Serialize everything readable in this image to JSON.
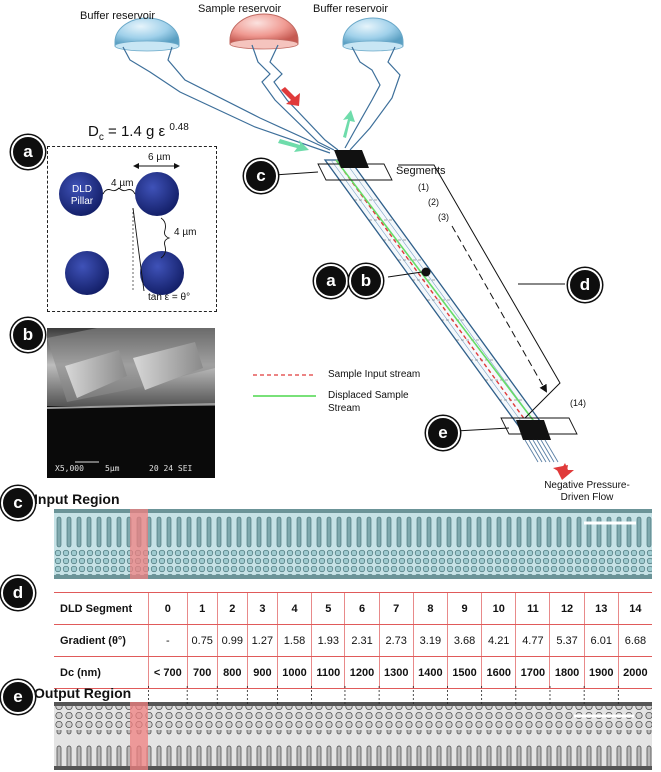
{
  "reservoirs": {
    "left": "Buffer reservoir",
    "center": "Sample reservoir",
    "right": "Buffer reservoir"
  },
  "formula": {
    "prefix": "D",
    "subscript": "c",
    "body": " = 1.4 g ε ",
    "exponent": "0.48"
  },
  "panel_a": {
    "label": "a",
    "pillar_label_line1": "DLD",
    "pillar_label_line2": "Pillar",
    "dim_width": "6 µm",
    "dim_gap_h": "4 µm",
    "dim_gap_v": "4 µm",
    "tan_label": "tan ε = θ°"
  },
  "panel_b": {
    "label": "b",
    "sem_mag": "X5,000",
    "sem_scale": "5µm",
    "sem_info": "20 24 SEI"
  },
  "device": {
    "segments_title": "Segments",
    "seg1": "(1)",
    "seg2": "(2)",
    "seg3": "(3)",
    "seg14": "(14)",
    "label_c": "c",
    "label_a": "a",
    "label_b": "b",
    "label_d": "d",
    "label_e": "e",
    "flow_line1": "Negative Pressure-",
    "flow_line2": "Driven Flow"
  },
  "legend": {
    "sample_input": "Sample Input stream",
    "displaced_line1": "Displaced Sample",
    "displaced_line2": "Stream",
    "sample_color": "#e03a3a",
    "displaced_color": "#66dd66"
  },
  "input_region": {
    "label": "c",
    "title": "Input Region"
  },
  "output_region": {
    "label": "e",
    "title": "Output Region"
  },
  "table": {
    "label": "d",
    "row_headers": [
      "DLD Segment",
      "Gradient (θ°)",
      "Dc (nm)"
    ],
    "segments": [
      "0",
      "1",
      "2",
      "3",
      "4",
      "5",
      "6",
      "7",
      "8",
      "9",
      "10",
      "11",
      "12",
      "13",
      "14"
    ],
    "gradients": [
      "-",
      "0.75",
      "0.99",
      "1.27",
      "1.58",
      "1.93",
      "2.31",
      "2.73",
      "3.19",
      "3.68",
      "4.21",
      "4.77",
      "5.37",
      "6.01",
      "6.68"
    ],
    "dc": [
      "< 700",
      "700",
      "800",
      "900",
      "1000",
      "1100",
      "1200",
      "1300",
      "1400",
      "1500",
      "1600",
      "1700",
      "1800",
      "1900",
      "2000"
    ]
  }
}
